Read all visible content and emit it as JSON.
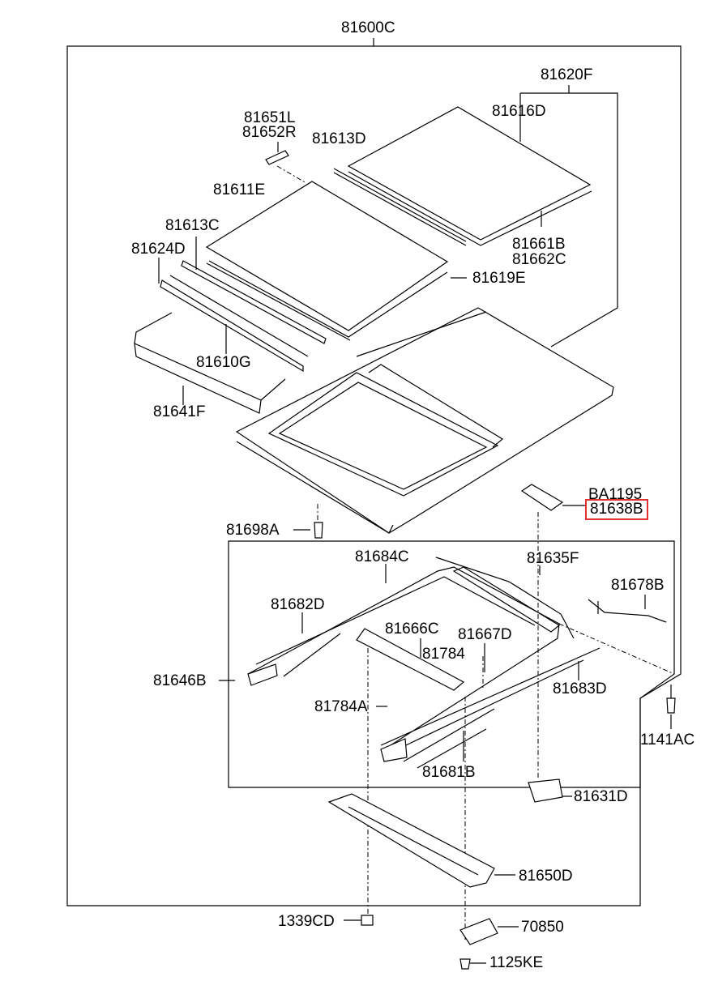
{
  "highlight_color": "#e03030",
  "labels": {
    "assembly": "81600C",
    "glass_assy": "81620F",
    "glass": "81616D",
    "deflector_l": "81651L",
    "deflector_r": "81652R",
    "weatherstrip_top": "81613D",
    "sunshade_panel": "81611E",
    "weatherstrip_mid": "81613C",
    "front_seal": "81624D",
    "trim_lh": "81661B",
    "trim_rh": "81662C",
    "seal_e": "81619E",
    "deflector_g": "81610G",
    "wind_deflector": "81641F",
    "ba_code": "BA1195",
    "bracket_highlight": "81638B",
    "drain_plug": "81698A",
    "cable": "81684C",
    "bracket_f": "81635F",
    "harness": "81678B",
    "rail_lh": "81682D",
    "frame_c": "81666C",
    "frame_d": "81667D",
    "screw": "81784",
    "frame_assy": "81646B",
    "rail_rh": "81683D",
    "screw_a": "81784A",
    "bolt_ac": "1141AC",
    "rail_b": "81681B",
    "motor": "81631D",
    "reinforcement": "81650D",
    "nut": "1339CD",
    "bracket_70850": "70850",
    "bolt_ke": "1125KE"
  }
}
